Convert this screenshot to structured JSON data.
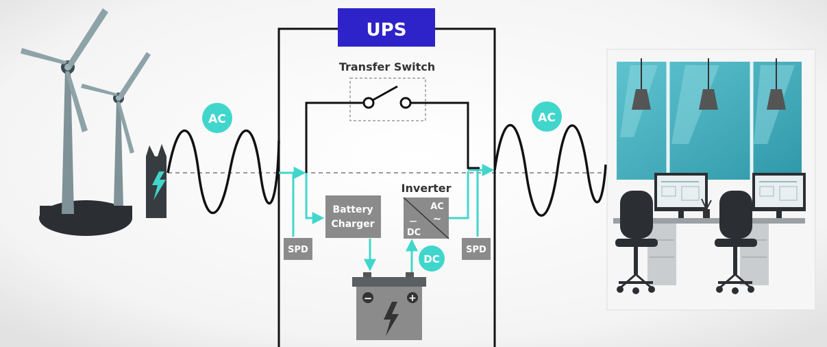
{
  "ups": {
    "title": "UPS"
  },
  "transfer_switch": {
    "label": "Transfer Switch"
  },
  "ac_badges": {
    "left": "AC",
    "right": "AC"
  },
  "dc_badge": "DC",
  "battery_charger": {
    "line1": "Battery",
    "line2": "Charger"
  },
  "inverter": {
    "title": "Inverter",
    "ac": "AC",
    "tilde": "~",
    "minus": "—",
    "dc": "DC"
  },
  "spd": {
    "left": "SPD",
    "right": "SPD"
  },
  "battery": {
    "minus": "−",
    "plus": "+"
  },
  "colors": {
    "ups_header": "#2e23c8",
    "accent_teal": "#41d6cc",
    "box_gray": "#8b8b8b",
    "wire_black": "#111111",
    "window_teal": "#3fa8b8"
  },
  "icons": [
    "wind-turbine-icon",
    "power-meter-icon",
    "battery-icon",
    "lightning-bolt-icon",
    "office-chair-icon",
    "monitor-icon",
    "ceiling-lamp-icon",
    "plant-icon"
  ]
}
